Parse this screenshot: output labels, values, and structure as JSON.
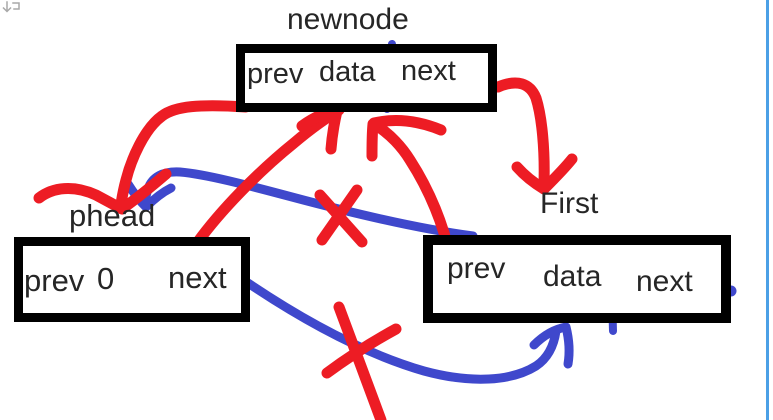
{
  "app": {
    "type": "whiteboard-drawing",
    "description": "Hand-drawn doubly linked list insertion diagram"
  },
  "colors": {
    "ink_red": "#ed1c24",
    "ink_blue": "#3f48cc",
    "edge_line": "#4ba0e6",
    "box_border": "#000000",
    "text": "#262626",
    "background": "#ffffff"
  },
  "nodes": [
    {
      "id": "newnode",
      "label": "newnode",
      "cells": [
        "prev",
        "data",
        "next"
      ]
    },
    {
      "id": "phead",
      "label": "phead",
      "cells": [
        "prev",
        "0",
        "next"
      ]
    },
    {
      "id": "first",
      "label": "First",
      "cells": [
        "prev",
        "data",
        "next"
      ]
    }
  ],
  "arrows": [
    {
      "name": "red-arrow-newnode-prev-to-phead",
      "color": "red",
      "from": "newnode.prev",
      "to": "phead",
      "crossed_out": false
    },
    {
      "name": "red-arrow-phead-to-newnode",
      "color": "red",
      "from": "phead",
      "to": "newnode.prev",
      "crossed_out": false
    },
    {
      "name": "red-arrow-first-prev-to-newnode",
      "color": "red",
      "from": "first.prev",
      "to": "newnode.data",
      "crossed_out": false
    },
    {
      "name": "red-arrow-newnode-next-to-first",
      "color": "red",
      "from": "newnode.next",
      "to": "first",
      "crossed_out": false
    },
    {
      "name": "blue-arrow-first-to-phead",
      "color": "blue",
      "from": "first",
      "to": "phead",
      "crossed_out": true
    },
    {
      "name": "blue-arrow-phead-next-to-first",
      "color": "blue",
      "from": "phead.next",
      "to": "first",
      "crossed_out": true
    }
  ],
  "marks": {
    "cross_out_count": 2,
    "blue_dot": "right of First box"
  }
}
